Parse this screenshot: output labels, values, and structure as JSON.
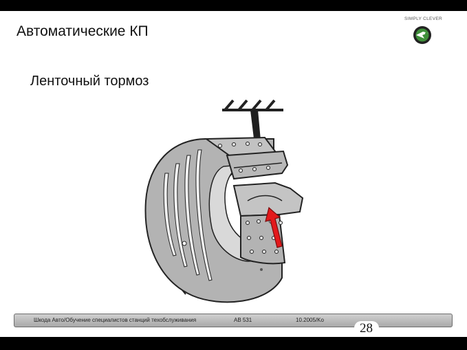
{
  "slide": {
    "title": "Автоматические КП",
    "subtitle": "Ленточный тормоз",
    "logo_text": "SIMPLY CLEVER",
    "footer": {
      "left": "Шкода Авто/Обучение специалистов станций техобслуживания",
      "code": "AB 531",
      "date": "10.2005/Ko"
    },
    "page_number": "28"
  },
  "colors": {
    "band": "#b3b3b3",
    "band_dark": "#8e8e8e",
    "arrow": "#e3191c",
    "footer_bar": "#bdbdbd",
    "logo_green": "#3f8f3a"
  },
  "icons": {
    "logo": "skoda-logo-icon",
    "force_arrow": "force-arrow-icon",
    "ground_anchor": "ground-anchor-icon"
  }
}
